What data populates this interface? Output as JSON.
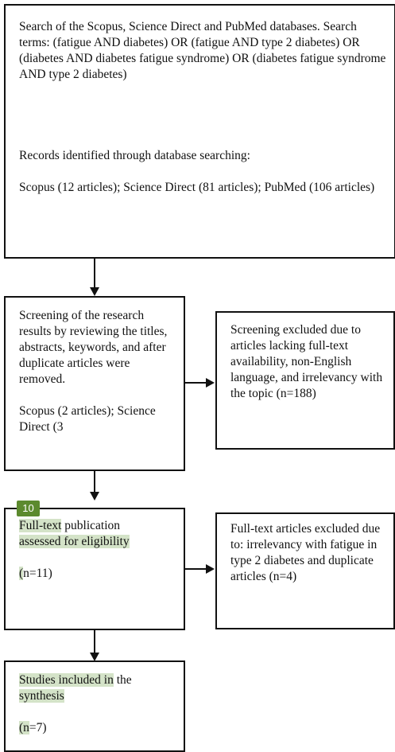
{
  "box1": {
    "search": "Search of the Scopus, Science Direct and PubMed databases. Search terms: (fatigue AND diabetes) OR (fatigue AND type 2 diabetes) OR (diabetes AND diabetes fatigue syndrome) OR (diabetes fatigue syndrome AND type 2 diabetes)",
    "records": "Records identified through database searching:",
    "counts": "Scopus (12 articles); Science Direct (81 articles); PubMed (106 articles)"
  },
  "box2": {
    "text": "Screening of the research results by reviewing the titles, abstracts, keywords, and after duplicate articles were removed.",
    "counts": "Scopus (2 articles); Science Direct (3"
  },
  "box3": {
    "text": "Screening excluded due to articles lacking full-text availability, non-English language, and irrelevancy with the topic (n=188)"
  },
  "box4": {
    "badge": "10",
    "full_text": "Full-text",
    "publication": " publication",
    "assessed": "assessed for eligibility",
    "n_open": "(",
    "n_rest": "n=11)"
  },
  "box5": {
    "text": "Full-text articles excluded due to: irrelevancy with fatigue in type 2 diabetes and duplicate articles (n=4)"
  },
  "box6": {
    "studies": "Studies included in",
    "the": " the",
    "synthesis": "synthesis",
    "n_open": "(n",
    "n_rest": "=7)"
  }
}
